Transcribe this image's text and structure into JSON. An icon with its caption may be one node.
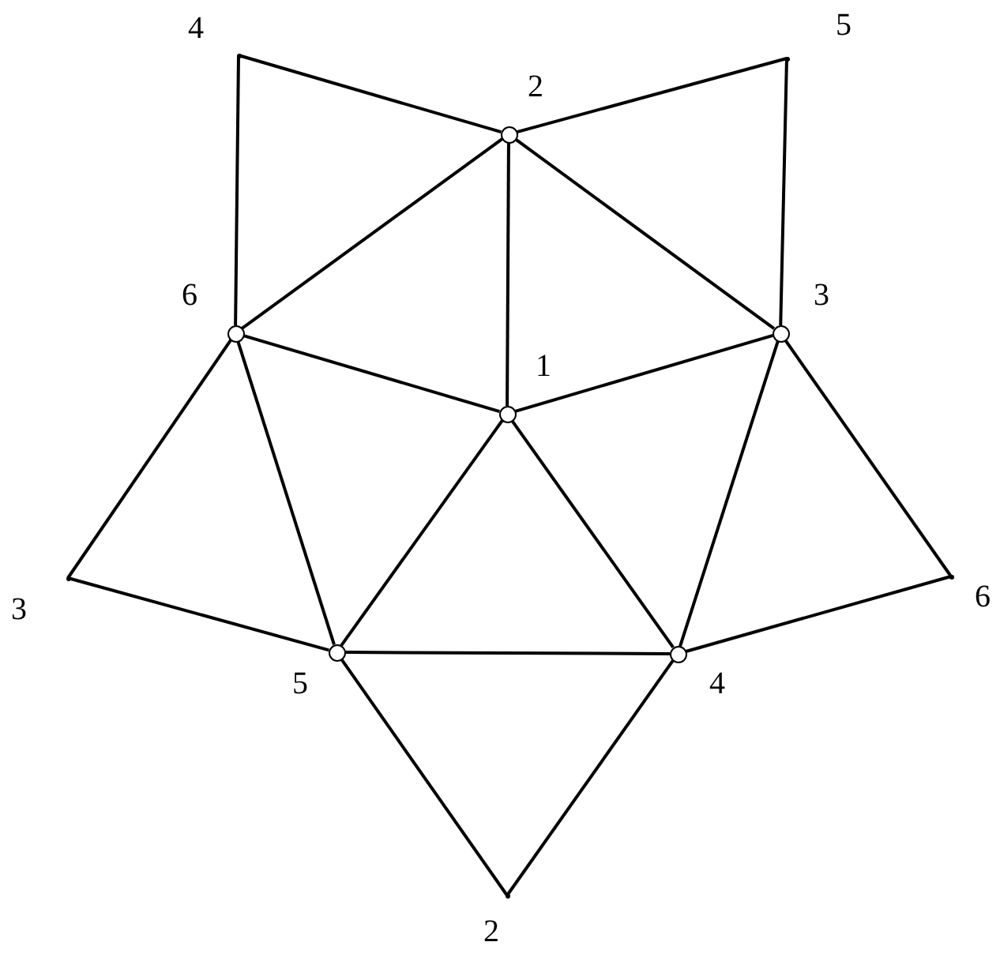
{
  "diagram": {
    "nodes": [
      {
        "text": [],
        "shape": "point",
        "beside": [
          "4"
        ]
      },
      {
        "text": [],
        "shape": "point",
        "beside": [
          "5"
        ]
      },
      {
        "text": [],
        "shape": "circle",
        "beside": [
          "2"
        ]
      },
      {
        "text": [],
        "shape": "circle",
        "beside": [
          "6"
        ]
      },
      {
        "text": [],
        "shape": "circle",
        "beside": [
          "3"
        ]
      },
      {
        "text": [],
        "shape": "circle",
        "beside": [
          "1"
        ]
      },
      {
        "text": [],
        "shape": "point",
        "beside": [
          "3"
        ]
      },
      {
        "text": [],
        "shape": "point",
        "beside": [
          "6"
        ]
      },
      {
        "text": [],
        "shape": "circle",
        "beside": [
          "5"
        ]
      },
      {
        "text": [],
        "shape": "circle",
        "beside": [
          "4"
        ]
      },
      {
        "text": [],
        "shape": "point",
        "beside": [
          "2"
        ]
      }
    ],
    "edges": [
      {
        "from": 0,
        "to": 3,
        "arrow": "none"
      },
      {
        "from": 0,
        "to": 2,
        "arrow": "none"
      },
      {
        "from": 1,
        "to": 2,
        "arrow": "none"
      },
      {
        "from": 1,
        "to": 4,
        "arrow": "none"
      },
      {
        "from": 2,
        "to": 3,
        "arrow": "none"
      },
      {
        "from": 2,
        "to": 5,
        "arrow": "none"
      },
      {
        "from": 2,
        "to": 4,
        "arrow": "none"
      },
      {
        "from": 3,
        "to": 5,
        "arrow": "none"
      },
      {
        "from": 4,
        "to": 5,
        "arrow": "none"
      },
      {
        "from": 3,
        "to": 6,
        "arrow": "none"
      },
      {
        "from": 6,
        "to": 8,
        "arrow": "none"
      },
      {
        "from": 3,
        "to": 8,
        "arrow": "none"
      },
      {
        "from": 5,
        "to": 8,
        "arrow": "none"
      },
      {
        "from": 5,
        "to": 9,
        "arrow": "none"
      },
      {
        "from": 4,
        "to": 9,
        "arrow": "none"
      },
      {
        "from": 4,
        "to": 7,
        "arrow": "none"
      },
      {
        "from": 7,
        "to": 9,
        "arrow": "none"
      },
      {
        "from": 8,
        "to": 9,
        "arrow": "none"
      },
      {
        "from": 8,
        "to": 10,
        "arrow": "none"
      },
      {
        "from": 10,
        "to": 9,
        "arrow": "none"
      }
    ]
  }
}
